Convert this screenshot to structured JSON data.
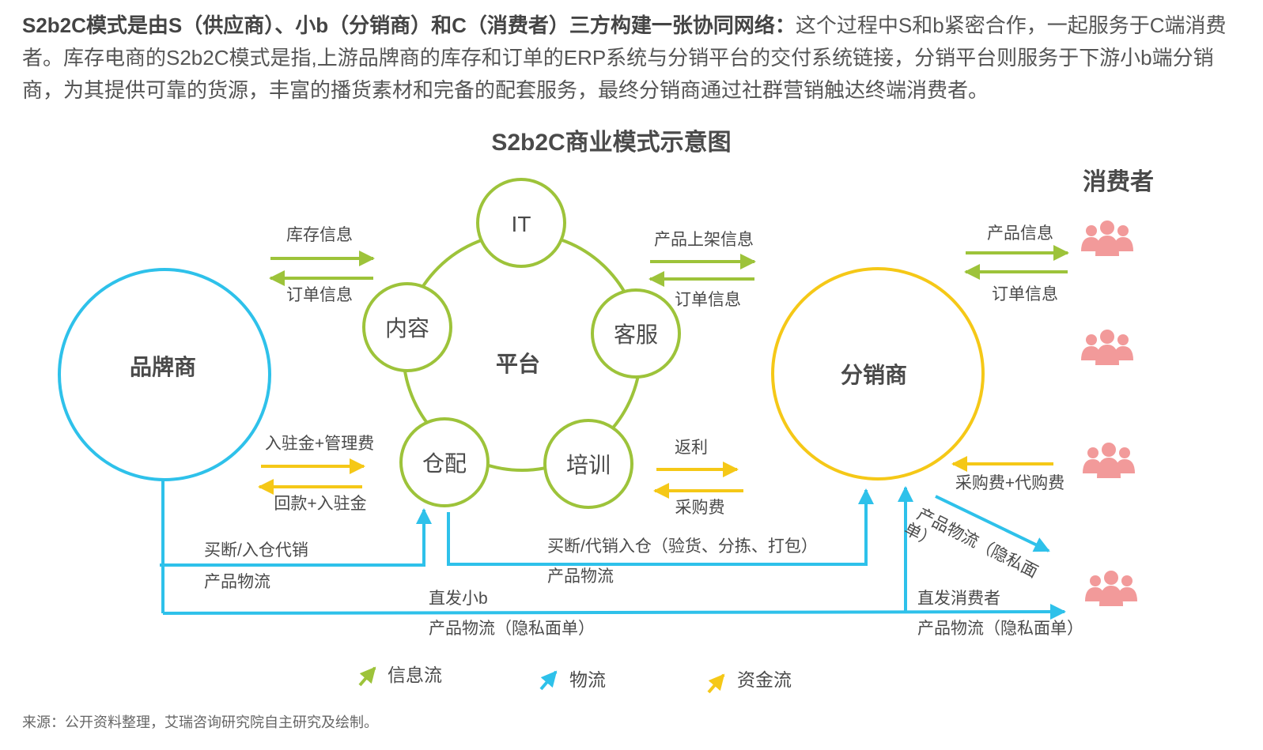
{
  "intro": {
    "bold": "S2b2C模式是由S（供应商）、小b（分销商）和C（消费者）三方构建一张协同网络：",
    "text": "这个过程中S和b紧密合作，一起服务于C端消费者。库存电商的S2b2C模式是指,上游品牌商的库存和订单的ERP系统与分销平台的交付系统链接，分销平台则服务于下游小b端分销商，为其提供可靠的货源，丰富的播货素材和完备的配套服务，最终分销商通过社群营销触达终端消费者。"
  },
  "diagram": {
    "title": "S2b2C商业模式示意图",
    "consumer_heading": "消费者",
    "brand": "品牌商",
    "distributor": "分销商",
    "platform": "平台",
    "platform_nodes": [
      "IT",
      "客服",
      "培训",
      "仓配",
      "内容"
    ],
    "labels": {
      "inventory_info": "库存信息",
      "order_info_left": "订单信息",
      "product_listing_info": "产品上架信息",
      "order_info_mid": "订单信息",
      "product_info_right": "产品信息",
      "order_info_right": "订单信息",
      "entry_fee": "入驻金+管理费",
      "payment_back": "回款+入驻金",
      "rebate": "返利",
      "purchase_fee": "采购费",
      "purchase_agent_fee": "采购费+代购费",
      "buyout_warehouse": "买断/入仓代销",
      "product_logistics_1": "产品物流",
      "buyout_agent_in": "买断/代销入仓（验货、分拣、打包）",
      "product_logistics_2": "产品物流",
      "direct_small_b": "直发小b",
      "logistics_private_1": "产品物流（隐私面单）",
      "direct_consumer": "直发消费者",
      "logistics_private_2": "产品物流（隐私面单）",
      "diag_logistics_line1": "产品物流（隐私面",
      "diag_logistics_line2": "单）"
    },
    "legend": [
      "信息流",
      "物流",
      "资金流"
    ]
  },
  "colors": {
    "info_flow": "#9dc33a",
    "logistics_flow": "#2ec1ea",
    "money_flow": "#f5c817",
    "brand_circle": "#2ec1ea",
    "distributor_circle": "#f5c817",
    "consumer_icon": "#f29a9a"
  },
  "icons": [
    "consumer-group-icon",
    "consumer-group-icon",
    "consumer-group-icon",
    "consumer-group-icon"
  ],
  "source": "来源：公开资料整理，艾瑞咨询研究院自主研究及绘制。"
}
